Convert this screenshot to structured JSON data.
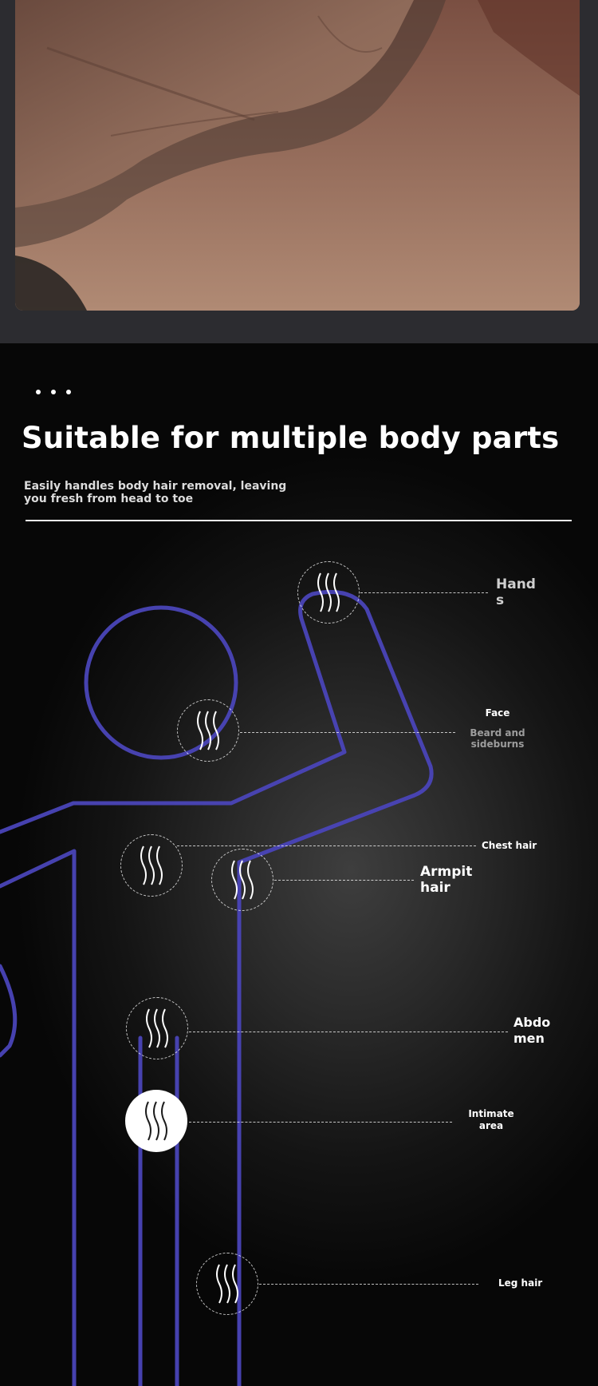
{
  "photo": {
    "description_icon": "torso-photo"
  },
  "section": {
    "headline": "Suitable for multiple body parts",
    "subtitle": "Easily handles body hair removal, leaving you fresh from head to toe"
  },
  "body_parts": {
    "hands": "Hands",
    "face": "Face",
    "face_detail": "Beard and sideburns",
    "chest": "Chest hair",
    "armpit": "Armpit hair",
    "abdomen": "Abdomen",
    "intimate": "Intimate area",
    "leg": "Leg hair"
  },
  "colors": {
    "figure_outline": "#4a45b8",
    "background_dark": "#0b0b0b",
    "top_band": "#2c2c30"
  },
  "icons": {
    "hair": "hair-strands-icon"
  }
}
